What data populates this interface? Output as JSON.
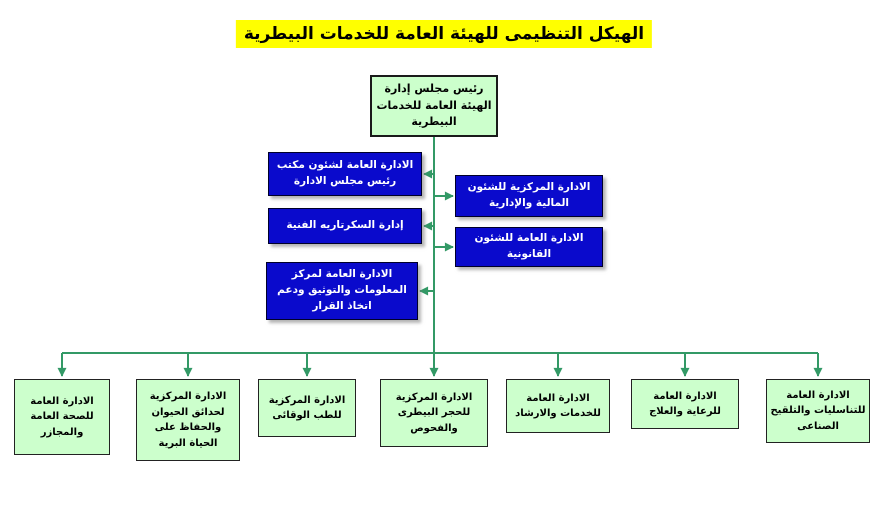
{
  "title": "الهيكل التنظيمى للهيئة العامة للخدمات البيطرية",
  "chairman_box": {
    "label": "رئيس مجلس إدارة الهيئة العامة للخدمات البيطرية"
  },
  "left_boxes": [
    {
      "label": "الادارة العامة لشئون مكتب رئيس مجلس الادارة"
    },
    {
      "label": "إدارة السكرتاريه الفنية"
    },
    {
      "label": "الادارة العامة لمركز المعلومات والتوثيق ودعم اتخاذ القرار"
    }
  ],
  "right_boxes": [
    {
      "label": "الادارة المركزية للشئون المالية والإدارية"
    },
    {
      "label": "الادارة العامة للشئون القانونية"
    }
  ],
  "bottom_boxes": [
    {
      "label": "الادارة العامة للصحة العامة والمجازر"
    },
    {
      "label": "الادارة المركزية لحدائق الحيوان والحفاظ على الحياة البرية"
    },
    {
      "label": "الادارة المركزية للطب الوقائى"
    },
    {
      "label": "الادارة المركزية للحجر البيطرى والفحوص"
    },
    {
      "label": "الادارة العامة للخدمات والارشاد"
    },
    {
      "label": "الادارة العامة للرعاية والعلاج"
    },
    {
      "label": "الادارة العامة للتناسليات والتلقيح الصناعى"
    }
  ],
  "colors": {
    "connector_line": "#339966",
    "blue_box": "#0a0acc",
    "green_box": "#ccffcc",
    "title_highlight": "#ffff00",
    "text_on_blue": "#ffffff",
    "text_on_green": "#000000"
  }
}
